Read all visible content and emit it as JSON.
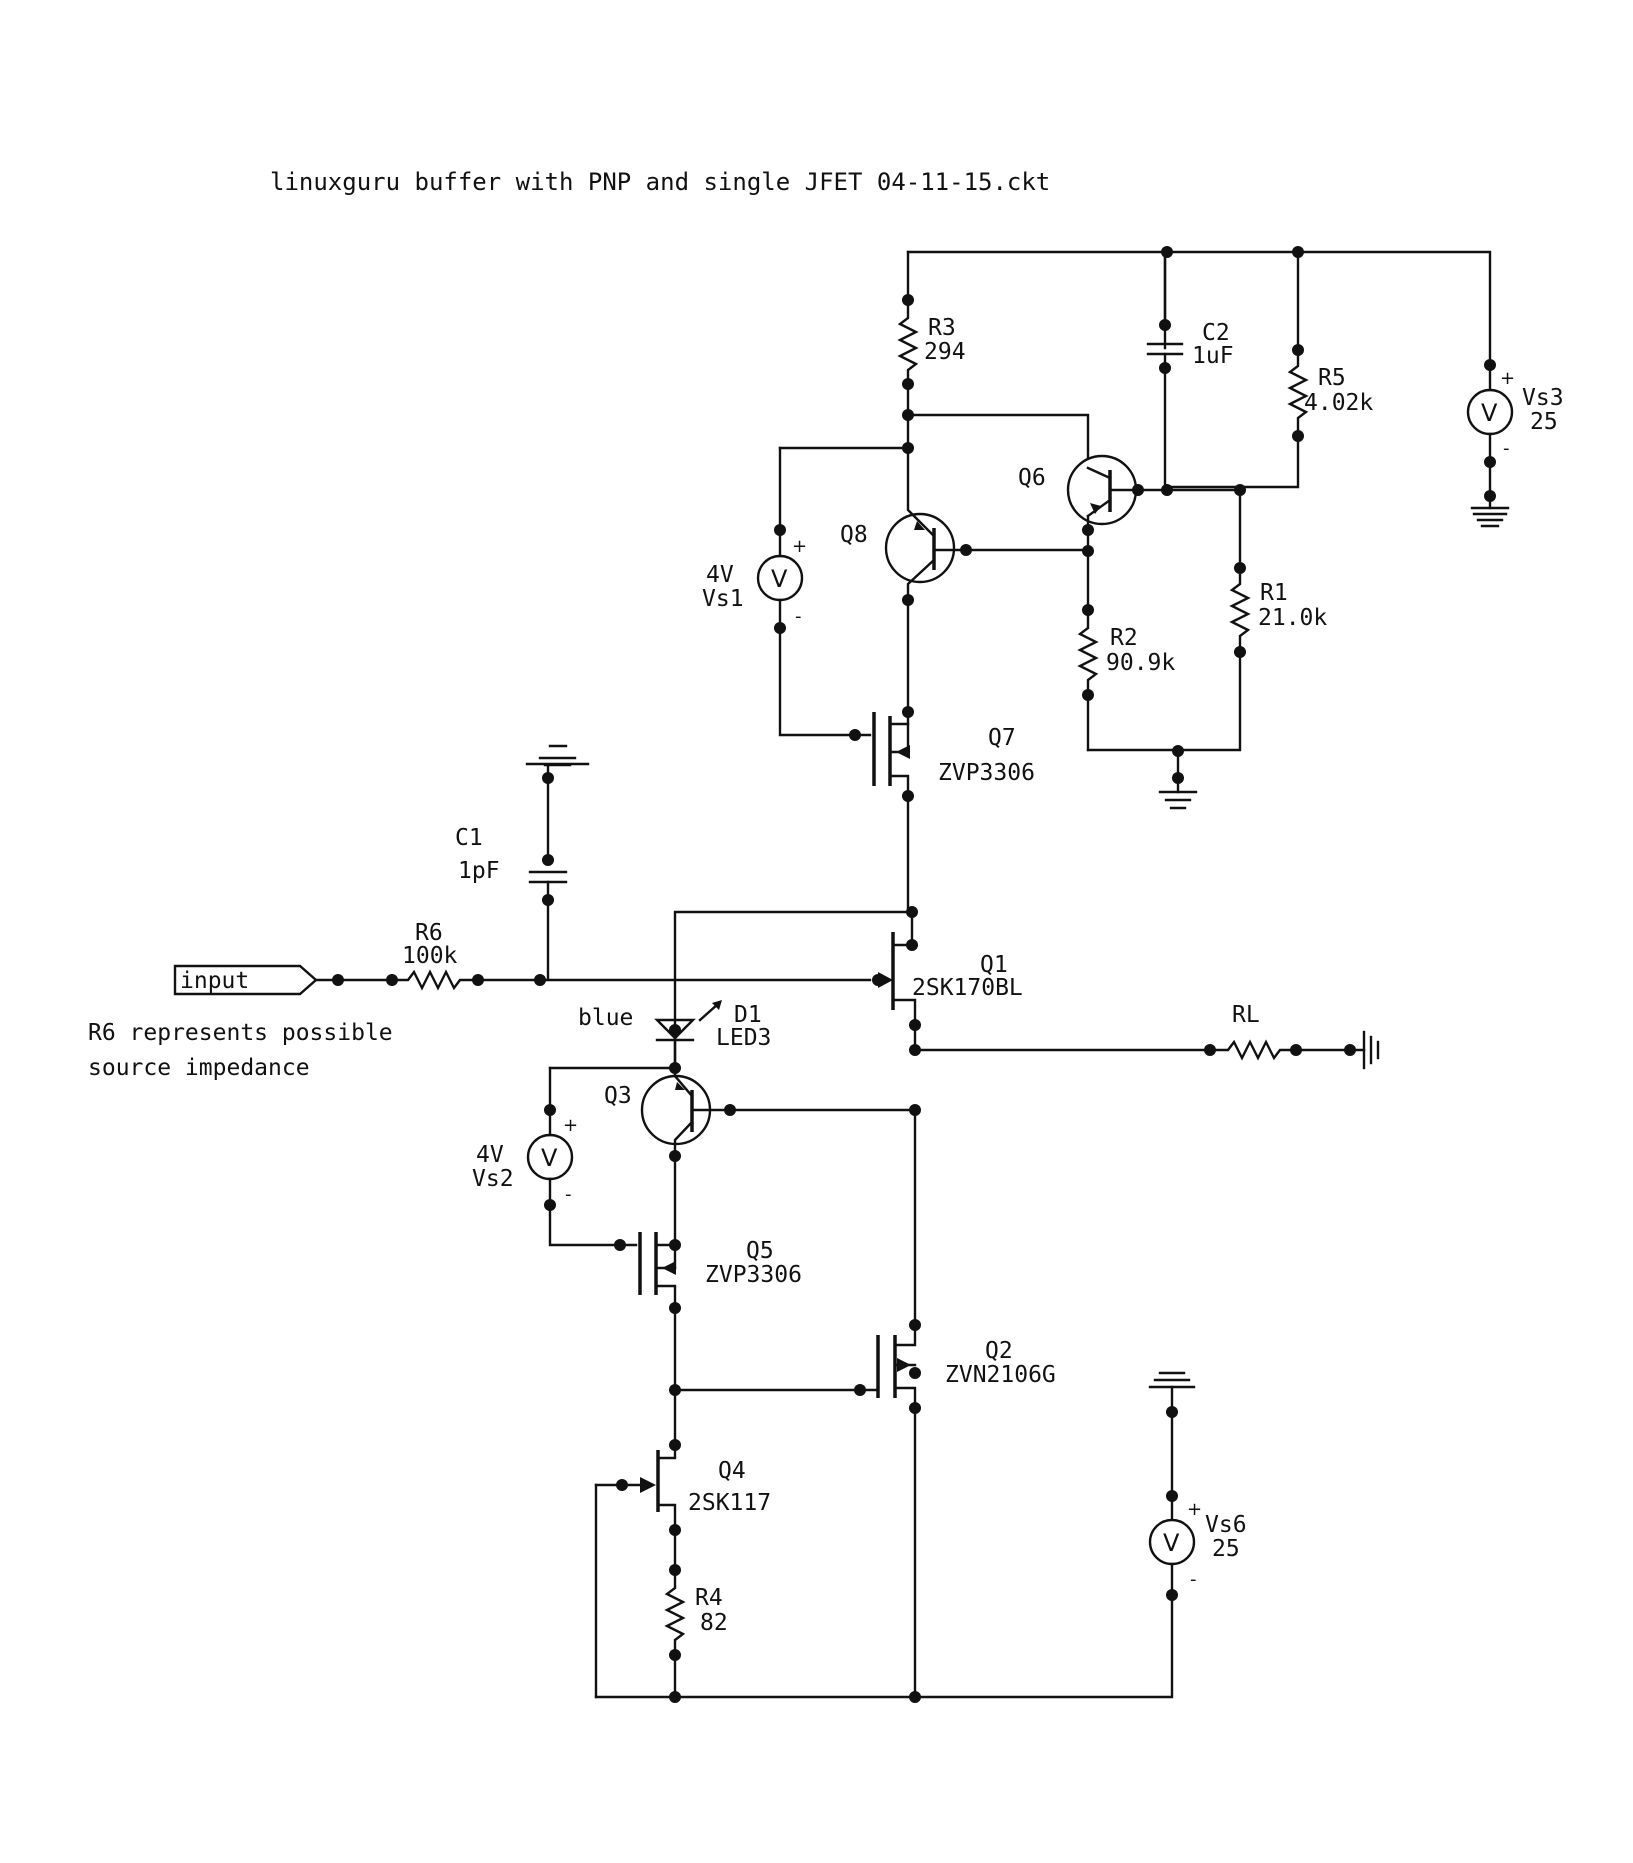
{
  "title": "linuxguru buffer with PNP and single JFET 04-11-15.ckt",
  "input_port": "input",
  "note": [
    "R6 represents possible",
    "source impedance"
  ],
  "components": {
    "R3": {
      "ref": "R3",
      "value": "294"
    },
    "C2": {
      "ref": "C2",
      "value": "1uF"
    },
    "R5": {
      "ref": "R5",
      "value": "4.02k"
    },
    "Vs3": {
      "ref": "Vs3",
      "value": "25"
    },
    "Q6": {
      "ref": "Q6"
    },
    "Q8": {
      "ref": "Q8"
    },
    "Vs1": {
      "ref": "Vs1",
      "value": "4V"
    },
    "R1": {
      "ref": "R1",
      "value": "21.0k"
    },
    "R2": {
      "ref": "R2",
      "value": "90.9k"
    },
    "Q7": {
      "ref": "Q7",
      "value": "ZVP3306"
    },
    "C1": {
      "ref": "C1",
      "value": "1pF"
    },
    "R6": {
      "ref": "R6",
      "value": "100k"
    },
    "Q1": {
      "ref": "Q1",
      "value": "2SK170BL"
    },
    "D1": {
      "ref": "D1",
      "value": "LED3",
      "color": "blue"
    },
    "RL": {
      "ref": "RL"
    },
    "Q3": {
      "ref": "Q3"
    },
    "Vs2": {
      "ref": "Vs2",
      "value": "4V"
    },
    "Q5": {
      "ref": "Q5",
      "value": "ZVP3306"
    },
    "Q2": {
      "ref": "Q2",
      "value": "ZVN2106G"
    },
    "Q4": {
      "ref": "Q4",
      "value": "2SK117"
    },
    "Vs6": {
      "ref": "Vs6",
      "value": "25"
    },
    "R4": {
      "ref": "R4",
      "value": "82"
    }
  },
  "symbols": {
    "voltmeter": "V",
    "plus": "+",
    "minus": "-"
  }
}
